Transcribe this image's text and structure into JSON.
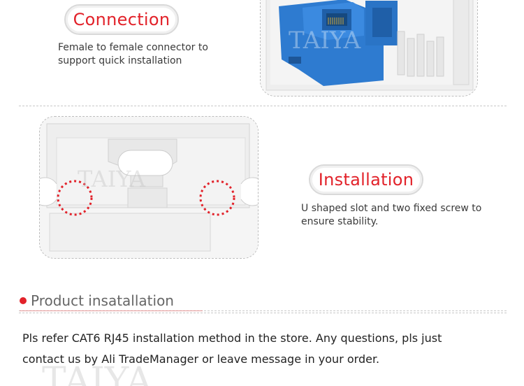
{
  "connection": {
    "title": "Connection",
    "description_lines": [
      "Female to female connector to",
      "support quick installation"
    ],
    "watermark": "TAIYA"
  },
  "installation": {
    "title": "Installation",
    "description_lines": [
      "U shaped slot and two fixed screw to",
      "ensure stability."
    ],
    "watermark": "TAIYA"
  },
  "product": {
    "heading": "Product insatallation",
    "paragraph_lines": [
      "Pls refer CAT6 RJ45 installation method in the store. Any questions, pls just",
      "contact us by Ali TradeManager or leave message in your order."
    ],
    "watermark": "TAIYA"
  },
  "colors": {
    "accent": "#e2222a",
    "keystone_blue": "#2e7bd0",
    "frame": "#bdbdbd"
  },
  "icons": [
    "red-dotted-circle-icon"
  ]
}
